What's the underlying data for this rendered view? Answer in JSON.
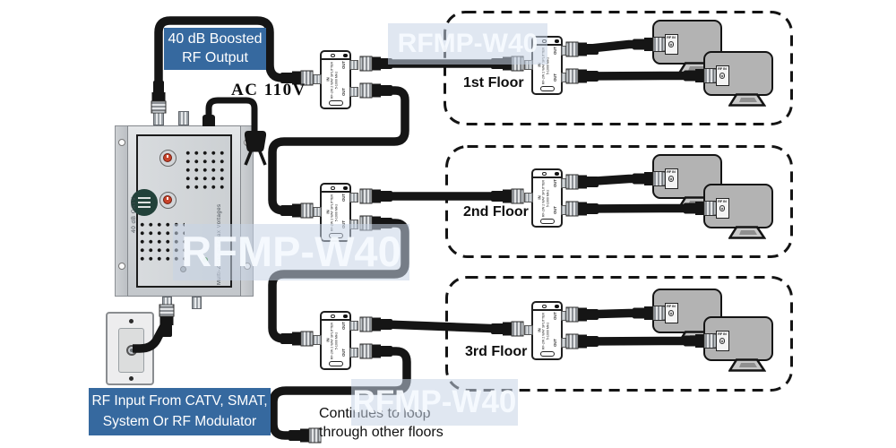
{
  "diagram": {
    "watermark": "RFMP-W40",
    "output_label": {
      "line1": "40 dB Boosted",
      "line2": "RF Output"
    },
    "power_label": "AC  110V",
    "input_label": {
      "line1": "RF Input From CATV, SMAT,",
      "line2": "System Or RF Modulator"
    },
    "floors": [
      {
        "label": "1st Floor"
      },
      {
        "label": "2nd Floor"
      },
      {
        "label": "3rd Floor"
      }
    ],
    "loop_note": {
      "line1": "Continues to loop",
      "line2": "through other floors"
    },
    "splitter": {
      "marking_line1": "RF-2W  2 WAY SPLITTER",
      "marking_line2": "5-1000 MHz",
      "port_in": "IN",
      "port_out": "OUT"
    },
    "tv": {
      "port_label": "RF IN"
    },
    "amplifier": {
      "markings": [
        "40 dB CATV",
        "Multi-Zone db Coax Voltages"
      ]
    },
    "colors": {
      "label_bg": "#36699f",
      "label_text": "#ffffff",
      "cable": "#151515",
      "tv_fill": "#b3b3b3",
      "watermark_bg": "#c7d4e6",
      "floor_border": "#141414"
    }
  }
}
